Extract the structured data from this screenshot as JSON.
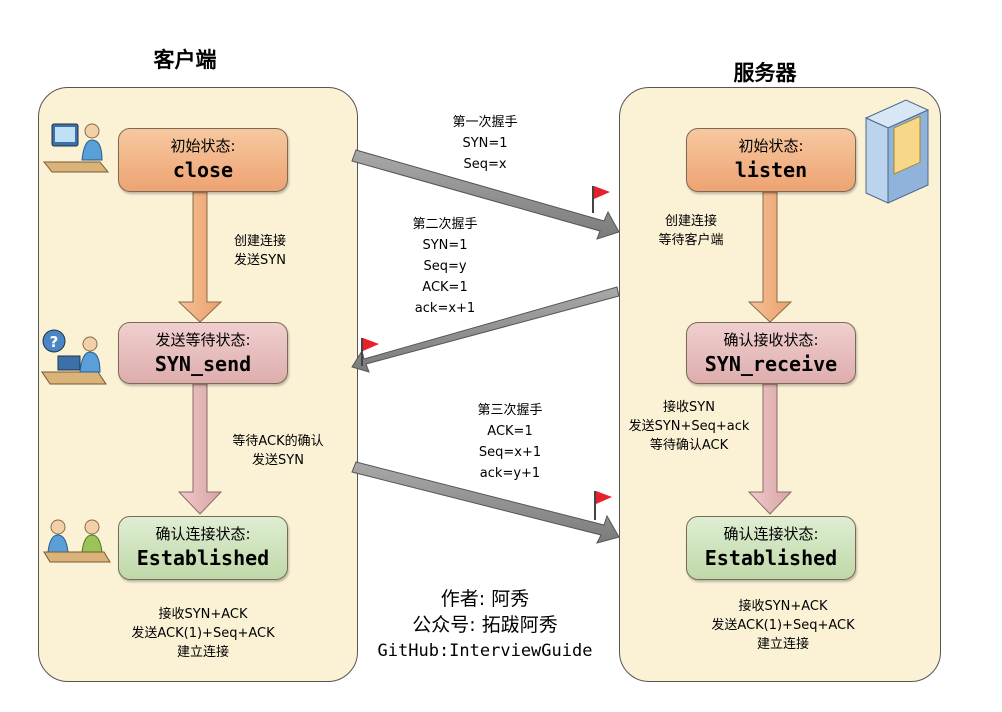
{
  "client": {
    "title": "客户端",
    "state_init": {
      "label": "初始状态:",
      "value": "close"
    },
    "note_create": "创建连接\n发送SYN",
    "state_send": {
      "label": "发送等待状态:",
      "value": "SYN_send"
    },
    "note_wait": "等待ACK的确认\n发送SYN",
    "state_est": {
      "label": "确认连接状态:",
      "value": "Established"
    },
    "note_bottom": "接收SYN+ACK\n发送ACK(1)+Seq+ACK\n建立连接"
  },
  "server": {
    "title": "服务器",
    "state_init": {
      "label": "初始状态:",
      "value": "listen"
    },
    "note_create": "创建连接\n等待客户端",
    "state_recv": {
      "label": "确认接收状态:",
      "value": "SYN_receive"
    },
    "note_recv": "接收SYN\n发送SYN+Seq+ack\n等待确认ACK",
    "state_est": {
      "label": "确认连接状态:",
      "value": "Established"
    },
    "note_bottom": "接收SYN+ACK\n发送ACK(1)+Seq+ACK\n建立连接"
  },
  "handshakes": {
    "first": "第一次握手\nSYN=1\nSeq=x",
    "second": "第二次握手\nSYN=1\nSeq=y\nACK=1\nack=x+1",
    "third": "第三次握手\nACK=1\nSeq=x+1\nack=y+1"
  },
  "credits": {
    "author": "作者: 阿秀",
    "wechat": "公众号: 拓跋阿秀",
    "github": "GitHub:InterviewGuide"
  },
  "colors": {
    "panel": "#fbf2d6",
    "state_orange": "#eea372",
    "state_pink": "#deadad",
    "state_green": "#bfd8a8",
    "arrow_gray": "#8c8c8c",
    "flag_red": "#e8202a"
  },
  "icons": [
    "client-pc-user-icon",
    "client-question-user-icon",
    "client-handshake-icon",
    "server-tower-icon",
    "flag-icon"
  ]
}
